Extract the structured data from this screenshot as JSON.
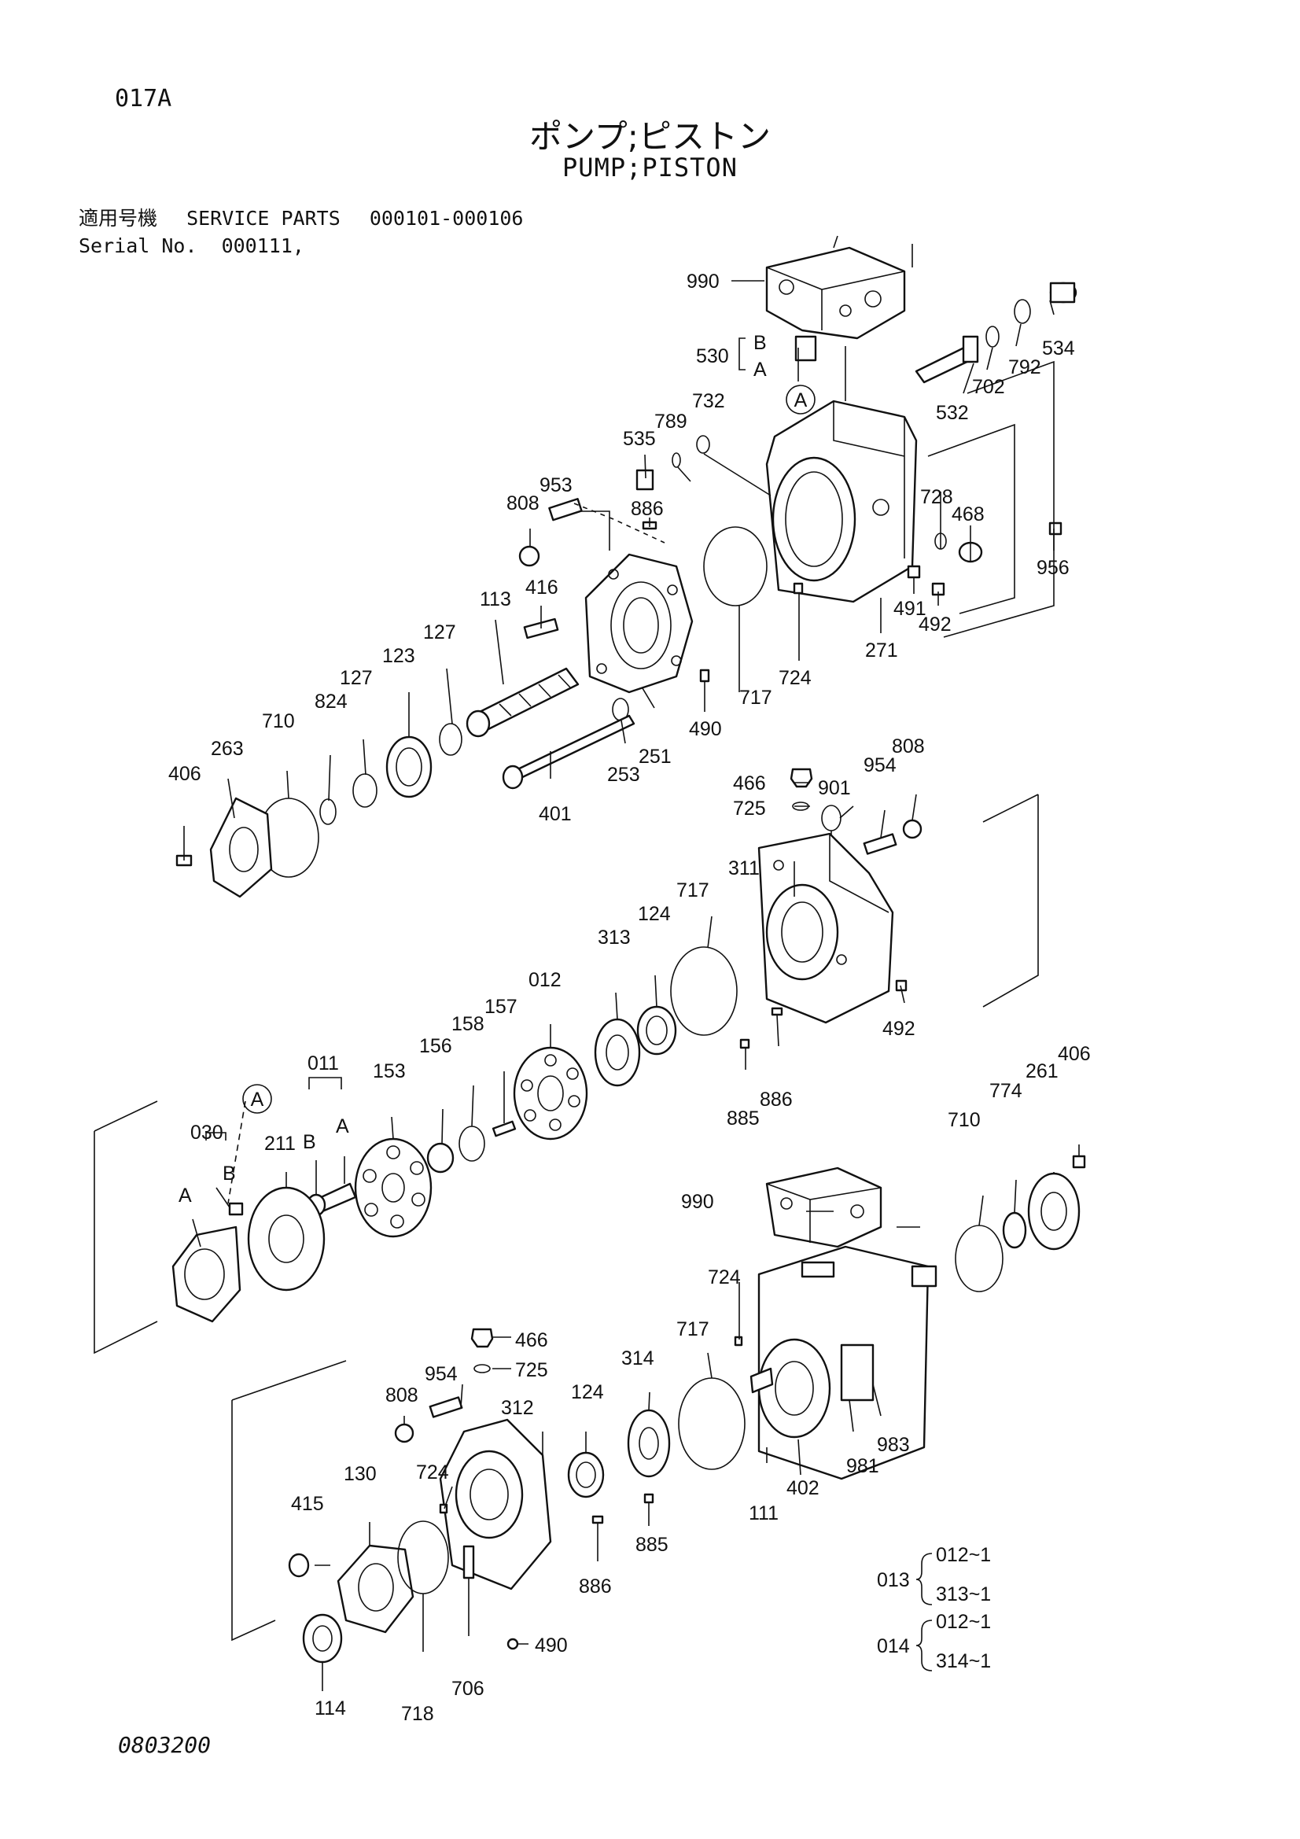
{
  "header": {
    "page_code": "017A",
    "title_jp": "ポンプ;ピストン",
    "title_en": "PUMP;PISTON",
    "applicable_label": "適用号機",
    "service_parts": "SERVICE PARTS",
    "range": "000101-000106",
    "serial_label": "Serial No.",
    "serial_value": "000111,"
  },
  "footer": {
    "doc_no": "0803200"
  },
  "parts": [
    "990",
    "530",
    "B",
    "A",
    "534",
    "792",
    "702",
    "532",
    "732",
    "789",
    "535",
    "953",
    "808",
    "886",
    "728",
    "468",
    "956",
    "491",
    "492",
    "271",
    "724",
    "717",
    "490",
    "251",
    "253",
    "401",
    "416",
    "113",
    "127",
    "123",
    "824",
    "710",
    "263",
    "406",
    "466",
    "725",
    "901",
    "954",
    "808",
    "311",
    "717",
    "124",
    "313",
    "012",
    "157",
    "158",
    "156",
    "153",
    "011",
    "B",
    "A",
    "211",
    "030",
    "B",
    "A",
    "A",
    "492",
    "886",
    "885",
    "406",
    "261",
    "774",
    "710",
    "990",
    "724",
    "717",
    "111",
    "402",
    "981",
    "983",
    "466",
    "725",
    "954",
    "808",
    "312",
    "124",
    "314",
    "130",
    "724",
    "415",
    "885",
    "886",
    "490",
    "706",
    "718",
    "114"
  ],
  "kits": [
    {
      "id": "013",
      "items": [
        "012~1",
        "313~1"
      ]
    },
    {
      "id": "014",
      "items": [
        "012~1",
        "314~1"
      ]
    }
  ],
  "callouts": [
    "A",
    "A",
    "A"
  ]
}
